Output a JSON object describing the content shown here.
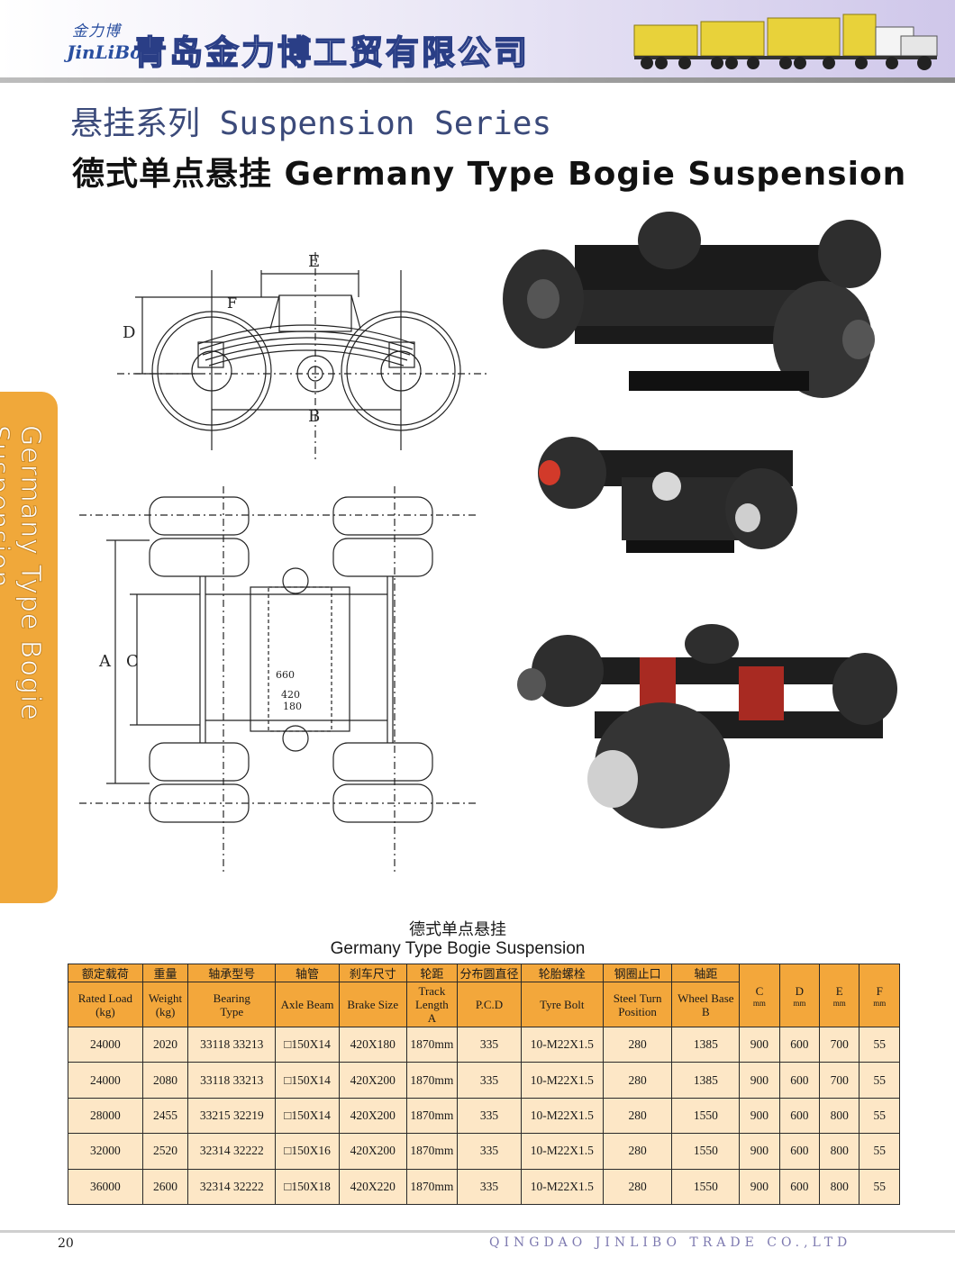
{
  "header": {
    "logo_cn": "金力博",
    "logo_en": "JinLiBo",
    "company_cn": "青岛金力博工贸有限公司"
  },
  "titles": {
    "series": "悬挂系列 Suspension Series",
    "product": "德式单点悬挂 Germany Type Bogie Suspension"
  },
  "side_tab": {
    "text": "Germany Type Bogie Suspension",
    "color": "#f0a83a"
  },
  "drawing_labels": {
    "side_view": {
      "E": "E",
      "F": "F",
      "D": "D",
      "B": "B"
    },
    "top_view": {
      "A": "A",
      "C": "C",
      "dim_660": "660",
      "dim_420": "420",
      "dim_180": "180"
    }
  },
  "table": {
    "title_cn": "德式单点悬挂",
    "title_en": "Germany Type Bogie Suspension",
    "header_cn": [
      "额定载荷",
      "重量",
      "轴承型号",
      "轴管",
      "刹车尺寸",
      "轮距",
      "分布圆直径",
      "轮胎螺栓",
      "钢圈止口",
      "轴距",
      "",
      "",
      "",
      ""
    ],
    "header_en": [
      {
        "l1": "Rated Load",
        "l2": "(kg)"
      },
      {
        "l1": "Weight",
        "l2": "(kg)"
      },
      {
        "l1": "Bearing",
        "l2": "Type"
      },
      {
        "l1": "Axle Beam",
        "l2": ""
      },
      {
        "l1": "Brake Size",
        "l2": ""
      },
      {
        "l1": "Track",
        "l2": "Length",
        "l3": "A"
      },
      {
        "l1": "P.C.D",
        "l2": ""
      },
      {
        "l1": "Tyre Bolt",
        "l2": ""
      },
      {
        "l1": "Steel Turn",
        "l2": "Position"
      },
      {
        "l1": "Wheel Base",
        "l2": "B"
      },
      {
        "l1": "C",
        "l2": "mm"
      },
      {
        "l1": "D",
        "l2": "mm"
      },
      {
        "l1": "E",
        "l2": "mm"
      },
      {
        "l1": "F",
        "l2": "mm"
      }
    ],
    "rows": [
      [
        "24000",
        "2020",
        "33118 33213",
        "□150X14",
        "420X180",
        "1870mm",
        "335",
        "10-M22X1.5",
        "280",
        "1385",
        "900",
        "600",
        "700",
        "55"
      ],
      [
        "24000",
        "2080",
        "33118 33213",
        "□150X14",
        "420X200",
        "1870mm",
        "335",
        "10-M22X1.5",
        "280",
        "1385",
        "900",
        "600",
        "700",
        "55"
      ],
      [
        "28000",
        "2455",
        "33215 32219",
        "□150X14",
        "420X200",
        "1870mm",
        "335",
        "10-M22X1.5",
        "280",
        "1550",
        "900",
        "600",
        "800",
        "55"
      ],
      [
        "32000",
        "2520",
        "32314 32222",
        "□150X16",
        "420X200",
        "1870mm",
        "335",
        "10-M22X1.5",
        "280",
        "1550",
        "900",
        "600",
        "800",
        "55"
      ],
      [
        "36000",
        "2600",
        "32314 32222",
        "□150X18",
        "420X220",
        "1870mm",
        "335",
        "10-M22X1.5",
        "280",
        "1550",
        "900",
        "600",
        "800",
        "55"
      ]
    ],
    "header_color": "#f3a73b",
    "row_color": "#fde7c6"
  },
  "footer": {
    "page": "20",
    "company_en": "QINGDAO JINLIBO TRADE CO.,LTD"
  }
}
